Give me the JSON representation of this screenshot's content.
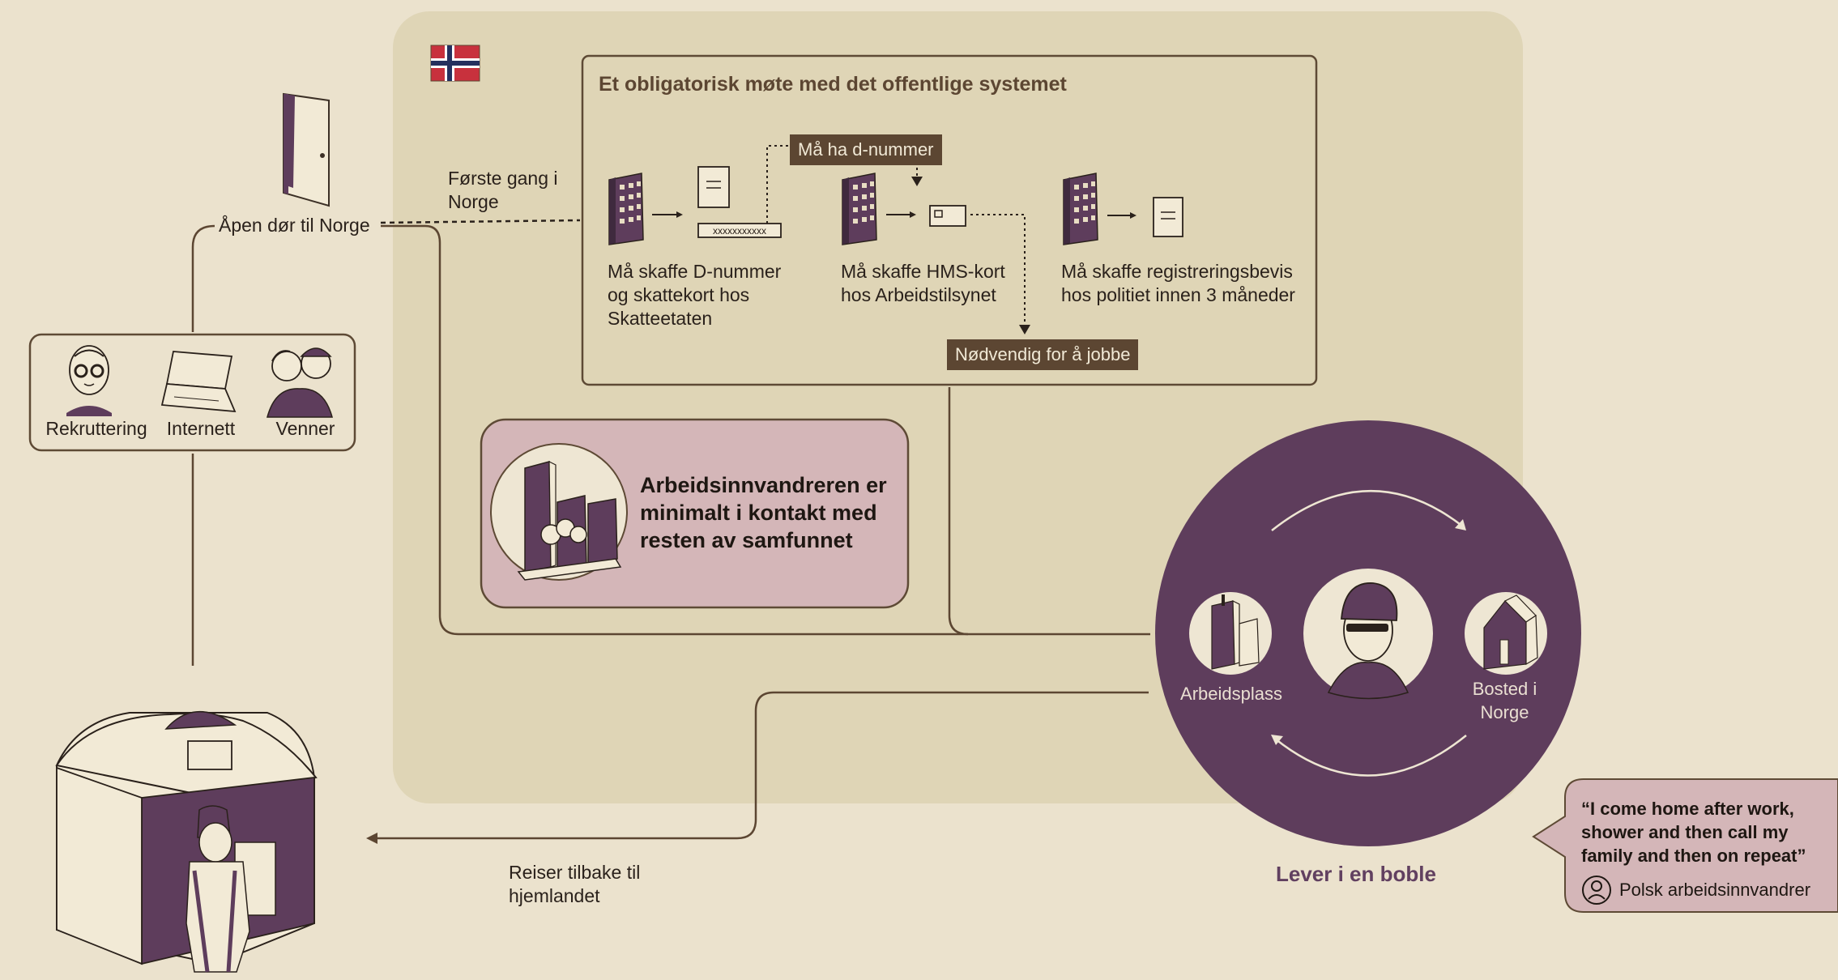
{
  "system_box": {
    "title": "Et obligatorisk møte med det offentlige systemet",
    "steps": [
      {
        "text": "Må skaffe D-nummer og skattekort hos Skatteetaten"
      },
      {
        "text": "Må skaffe HMS-kort hos Arbeidstilsynet"
      },
      {
        "text": "Må skaffe registreringsbevis hos politiet innen 3 måneder"
      }
    ],
    "tag_d_number": "Må ha d-nummer",
    "tag_needed": "Nødvendig for å jobbe",
    "id_card_text": "xxxxxxxxxxx"
  },
  "entry": {
    "first_time": "Første gang i Norge",
    "open_door": "Åpen dør til Norge"
  },
  "sources": {
    "items": [
      {
        "label": "Rekruttering"
      },
      {
        "label": "Internett"
      },
      {
        "label": "Venner"
      }
    ]
  },
  "isolation": {
    "text": "Arbeidsinnvandreren er minimalt i kontakt med resten av samfunnet"
  },
  "circle": {
    "workplace": "Arbeidsplass",
    "home": "Bosted i Norge",
    "caption": "Lever i en boble"
  },
  "return": {
    "text": "Reiser tilbake til hjemlandet"
  },
  "quote": {
    "text": "“I come home after work, shower and then call my family and then on repeat”",
    "source": "Polsk arbeidsinnvandrer"
  },
  "colors": {
    "background": "#ebe2cd",
    "panel": "#dfd5b6",
    "brown": "#5c4632",
    "purple": "#5e3d5c",
    "pink": "#d4b6b8",
    "cream": "#eee6d3"
  },
  "icons": [
    "norway-flag-icon",
    "door-icon",
    "building-icon",
    "document-icon",
    "id-card-icon",
    "recruiter-icon",
    "laptop-icon",
    "friends-icon",
    "city-icon",
    "workplace-icon",
    "worker-icon",
    "house-icon",
    "person-icon",
    "home-house-icon"
  ]
}
